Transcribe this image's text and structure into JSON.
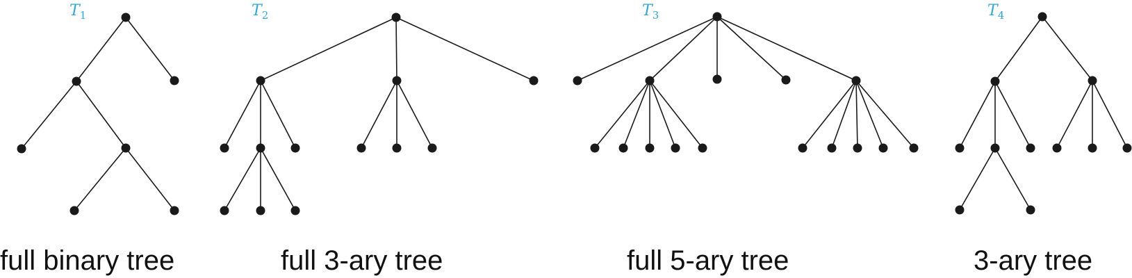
{
  "label_color": "#29a9e1",
  "trees": [
    {
      "id": "t1",
      "label": {
        "letter": "T",
        "sub": "1"
      },
      "caption": "full binary tree",
      "nodes": [
        "root",
        "l",
        "r",
        "ll",
        "lr",
        "lrl",
        "lrr"
      ],
      "edges": [
        [
          "root",
          "l"
        ],
        [
          "root",
          "r"
        ],
        [
          "l",
          "ll"
        ],
        [
          "l",
          "lr"
        ],
        [
          "lr",
          "lrl"
        ],
        [
          "lr",
          "lrr"
        ]
      ]
    },
    {
      "id": "t2",
      "label": {
        "letter": "T",
        "sub": "2"
      },
      "caption": "full 3-ary tree",
      "nodes": [
        "root",
        "a",
        "b",
        "c",
        "a1",
        "a2",
        "a3",
        "a2a",
        "a2b",
        "a2c",
        "b1",
        "b2",
        "b3"
      ],
      "edges": [
        [
          "root",
          "a"
        ],
        [
          "root",
          "b"
        ],
        [
          "root",
          "c"
        ],
        [
          "a",
          "a1"
        ],
        [
          "a",
          "a2"
        ],
        [
          "a",
          "a3"
        ],
        [
          "a2",
          "a2a"
        ],
        [
          "a2",
          "a2b"
        ],
        [
          "a2",
          "a2c"
        ],
        [
          "b",
          "b1"
        ],
        [
          "b",
          "b2"
        ],
        [
          "b",
          "b3"
        ]
      ]
    },
    {
      "id": "t3",
      "label": {
        "letter": "T",
        "sub": "3"
      },
      "caption": "full 5-ary tree",
      "nodes": [
        "root",
        "a",
        "b",
        "c",
        "d",
        "e",
        "a1",
        "a2",
        "a3",
        "a4",
        "a5",
        "e1",
        "e2",
        "e3",
        "e4",
        "e5"
      ],
      "edges": [
        [
          "root",
          "a"
        ],
        [
          "root",
          "b"
        ],
        [
          "root",
          "c"
        ],
        [
          "root",
          "d"
        ],
        [
          "root",
          "e"
        ],
        [
          "b",
          "a1"
        ],
        [
          "b",
          "a2"
        ],
        [
          "b",
          "a3"
        ],
        [
          "b",
          "a4"
        ],
        [
          "b",
          "a5"
        ],
        [
          "e",
          "e1"
        ],
        [
          "e",
          "e2"
        ],
        [
          "e",
          "e3"
        ],
        [
          "e",
          "e4"
        ],
        [
          "e",
          "e5"
        ]
      ]
    },
    {
      "id": "t4",
      "label": {
        "letter": "T",
        "sub": "4"
      },
      "caption": "3-ary tree",
      "nodes": [
        "root",
        "a",
        "b",
        "a1",
        "a2",
        "a3",
        "b1",
        "b2",
        "b3",
        "a2a",
        "a2b"
      ],
      "edges": [
        [
          "root",
          "a"
        ],
        [
          "root",
          "b"
        ],
        [
          "a",
          "a1"
        ],
        [
          "a",
          "a2"
        ],
        [
          "a",
          "a3"
        ],
        [
          "b",
          "b1"
        ],
        [
          "b",
          "b2"
        ],
        [
          "b",
          "b3"
        ],
        [
          "a2",
          "a2a"
        ],
        [
          "a2",
          "a2b"
        ]
      ]
    }
  ]
}
